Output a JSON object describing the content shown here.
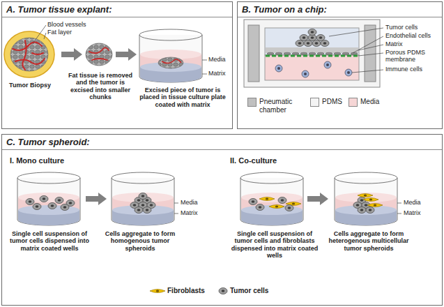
{
  "diagram": {
    "nodes": [
      {
        "text": [
          "A. Tumor tissue explant:"
        ]
      },
      {
        "text": [
          "B. Tumor on a chip:"
        ]
      },
      {
        "text": [
          "C. Tumor spheroid:"
        ]
      }
    ],
    "labels": [
      "Blood vessels",
      "Fat layer",
      "Media",
      "Matrix",
      "Tumor Biopsy",
      "Fat tissue is removed and the tumor is excised into smaller chunks",
      "Excised piece of tumor is placed in tissue culture plate coated with matrix",
      "Tumor cells",
      "Endothelial cells",
      "Matrix",
      "Porous PDMS membrane",
      "Immune cells",
      "I. Mono culture",
      "Single cell suspension of tumor cells dispensed into matrix coated wells",
      "Cells aggregate to form homogenous tumor spheroids",
      "Media",
      "Matrix",
      "II. Co-culture",
      "Single cell suspension of tumor cells and fibroblasts dispensed into matrix coated wells",
      "Cells aggregate to form heterogenous multicellular tumor spheroids",
      "Media",
      "Matrix"
    ],
    "legend": [
      {
        "text": "Pneumatic chamber",
        "color": "#c0c0c0"
      },
      {
        "text": "PDMS",
        "color": "#f4f4f4"
      },
      {
        "text": "Media",
        "color": "#f6d6d6"
      },
      {
        "text": "Fibroblasts"
      },
      {
        "text": "Tumor cells"
      }
    ]
  }
}
